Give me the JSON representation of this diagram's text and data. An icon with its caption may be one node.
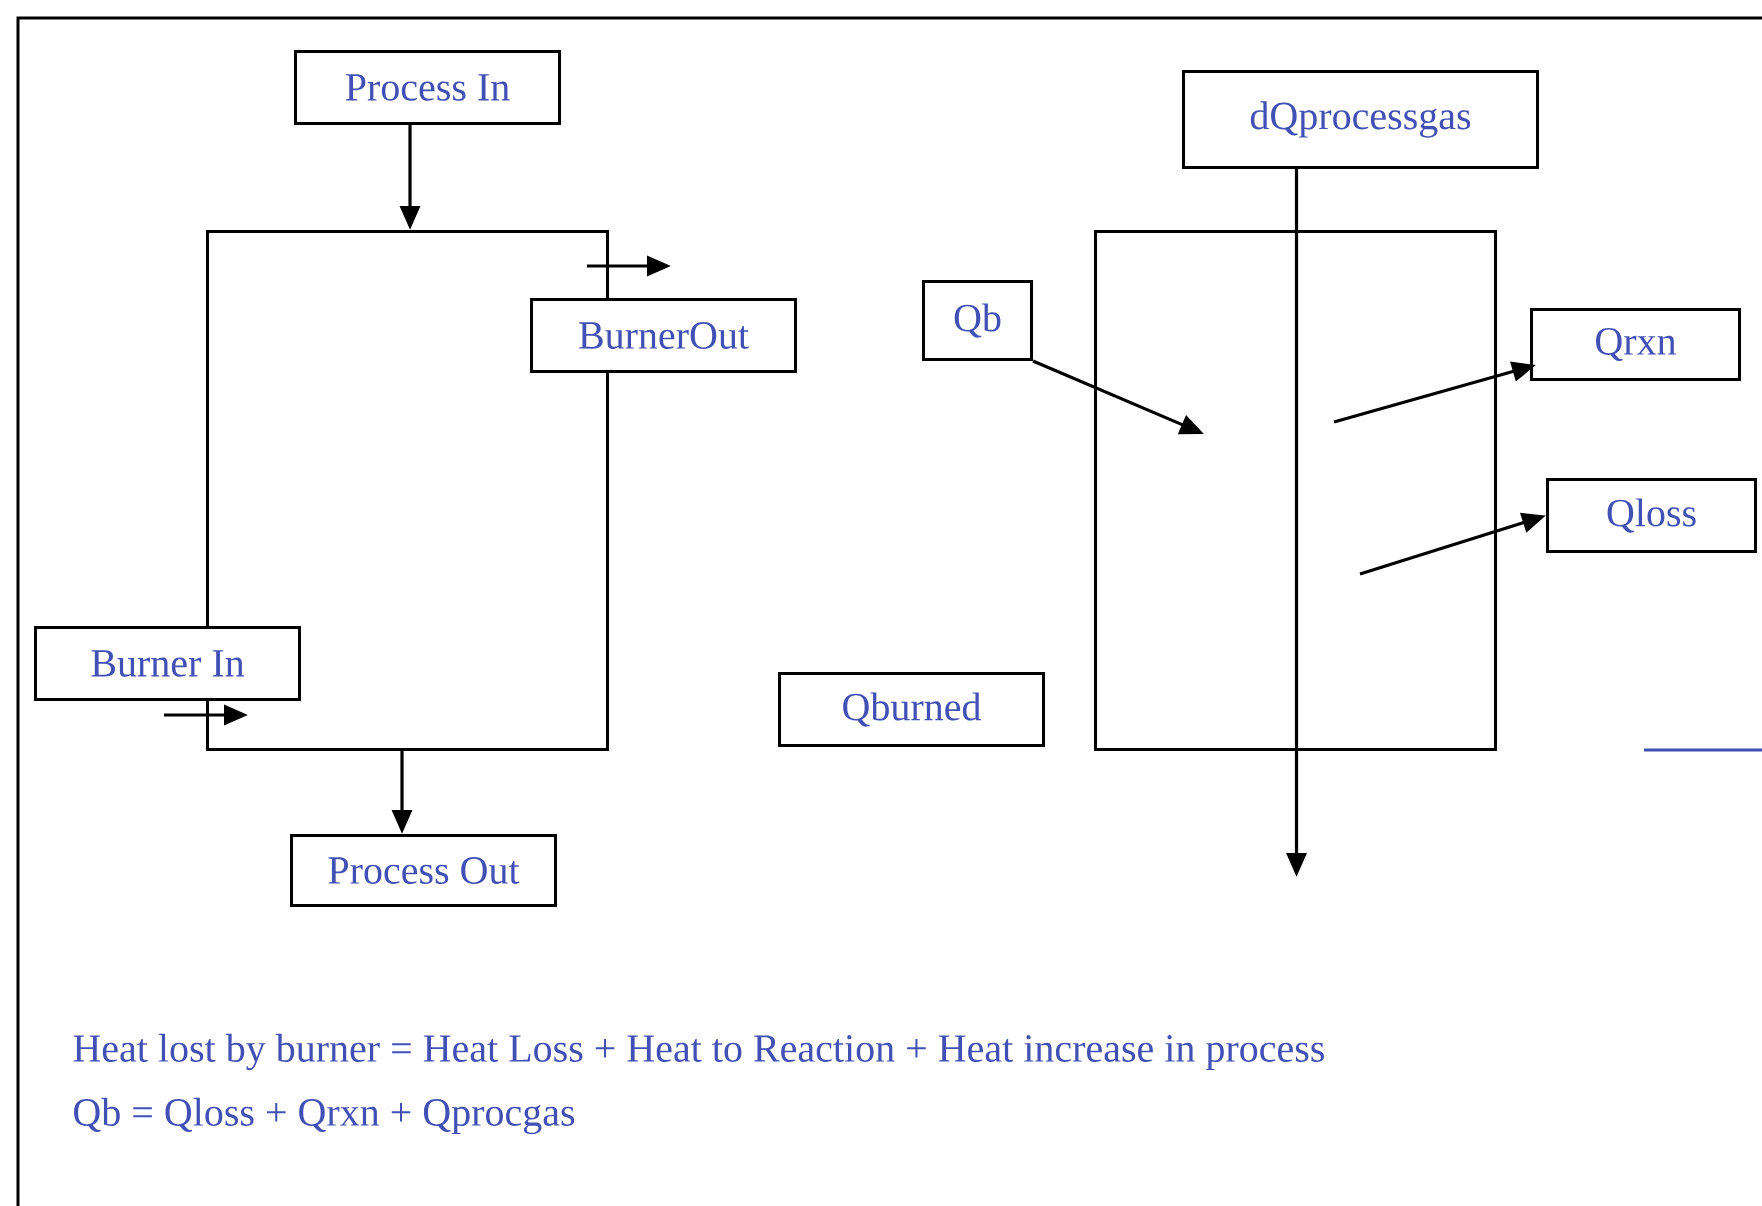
{
  "diagram": {
    "nodes": [
      {
        "text": [
          "Process In"
        ]
      },
      {
        "text": [],
        "shape": "box"
      },
      {
        "text": [
          "BurnerOut"
        ]
      },
      {
        "text": [
          "Burner In"
        ]
      },
      {
        "text": [
          "Process Out"
        ]
      },
      {
        "text": [
          "Qb"
        ]
      },
      {
        "text": [
          "Qburned"
        ]
      },
      {
        "text": [
          "dQprocessgas"
        ]
      },
      {
        "text": [],
        "shape": "box"
      },
      {
        "text": [
          "Qrxn"
        ]
      },
      {
        "text": [
          "Qloss"
        ]
      }
    ],
    "edges": [
      {
        "from": 0,
        "to": 1,
        "arrow": "to"
      },
      {
        "from": 1,
        "to": null,
        "arrow": "to"
      },
      {
        "from": 3,
        "to": 1,
        "arrow": "to"
      },
      {
        "from": 1,
        "to": 4,
        "arrow": "to"
      },
      {
        "from": 5,
        "to": 8,
        "arrow": "to"
      },
      {
        "from": 8,
        "to": 9,
        "arrow": "to"
      },
      {
        "from": 8,
        "to": 10,
        "arrow": "to"
      },
      {
        "from": 7,
        "to": null,
        "arrow": "to"
      }
    ],
    "labels": [
      "Heat lost by burner = Heat Loss + Heat to Reaction + Heat increase in process",
      "Qb = Qloss + Qrxn + Qprocgas"
    ]
  }
}
